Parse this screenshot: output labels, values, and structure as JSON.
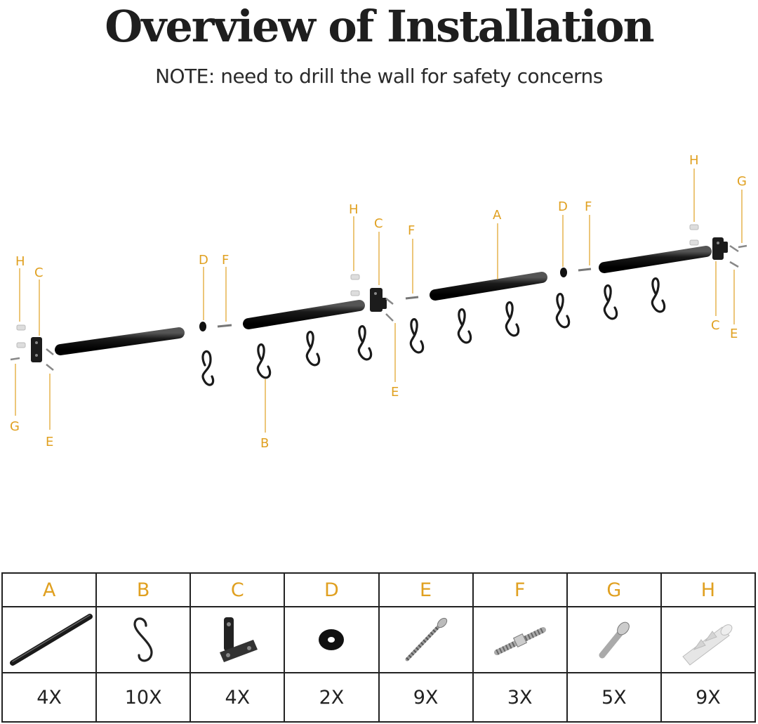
{
  "header": {
    "title": "Overview of Installation",
    "note": "NOTE: need to drill the wall for safety concerns"
  },
  "diagram": {
    "labels": {
      "A": "A",
      "B": "B",
      "C": "C",
      "D": "D",
      "E": "E",
      "F": "F",
      "G": "G",
      "H": "H"
    }
  },
  "parts": [
    {
      "letter": "A",
      "icon": "rod-icon",
      "count": "4X"
    },
    {
      "letter": "B",
      "icon": "s-hook-icon",
      "count": "10X"
    },
    {
      "letter": "C",
      "icon": "bracket-icon",
      "count": "4X"
    },
    {
      "letter": "D",
      "icon": "washer-icon",
      "count": "2X"
    },
    {
      "letter": "E",
      "icon": "wood-screw-icon",
      "count": "9X"
    },
    {
      "letter": "F",
      "icon": "double-screw-icon",
      "count": "3X"
    },
    {
      "letter": "G",
      "icon": "short-screw-icon",
      "count": "5X"
    },
    {
      "letter": "H",
      "icon": "wall-anchor-icon",
      "count": "9X"
    }
  ],
  "colors": {
    "label": "#e0a020",
    "rod": "#1a1a1a",
    "border": "#222222"
  }
}
